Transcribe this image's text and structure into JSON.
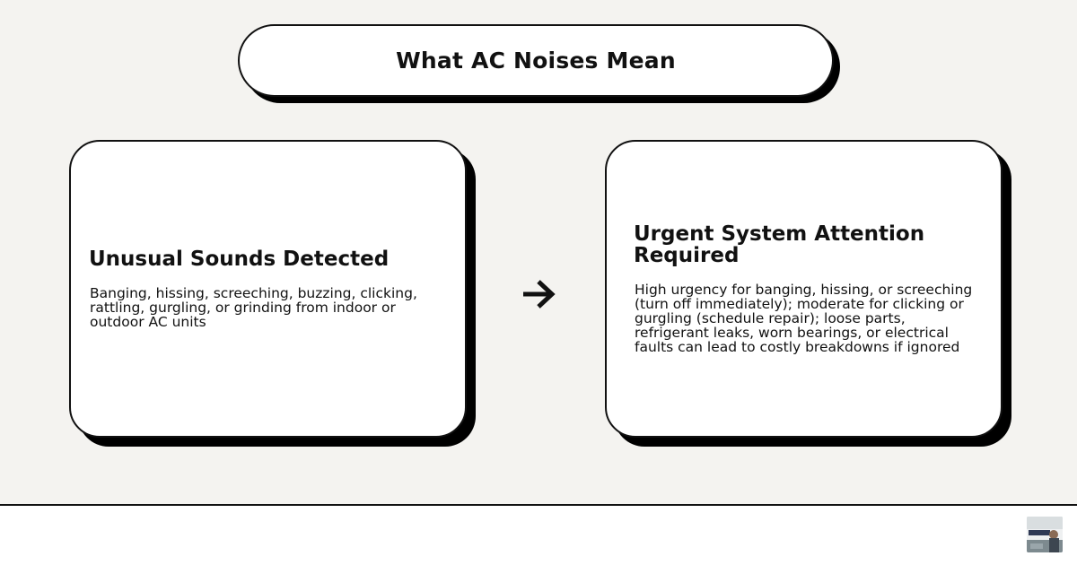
{
  "title": "What AC Noises Mean",
  "cards": [
    {
      "title": "Unusual Sounds Detected",
      "body": "Banging, hissing, screeching, buzzing, clicking, rattling, gurgling, or grinding from indoor or outdoor AC units"
    },
    {
      "title": "Urgent System Attention Required",
      "body": "High urgency for banging, hissing, or screeching (turn off immediately); moderate for clicking or gurgling (schedule repair); loose parts, refrigerant leaks, worn bearings, or electrical faults can lead to costly breakdowns if ignored"
    }
  ],
  "connector": {
    "icon": "arrow-right-icon"
  },
  "footer": {
    "logo_icon": "company-logo-icon"
  },
  "colors": {
    "background": "#f4f3f0",
    "card": "#ffffff",
    "ink": "#111111",
    "shadow": "#000000"
  }
}
